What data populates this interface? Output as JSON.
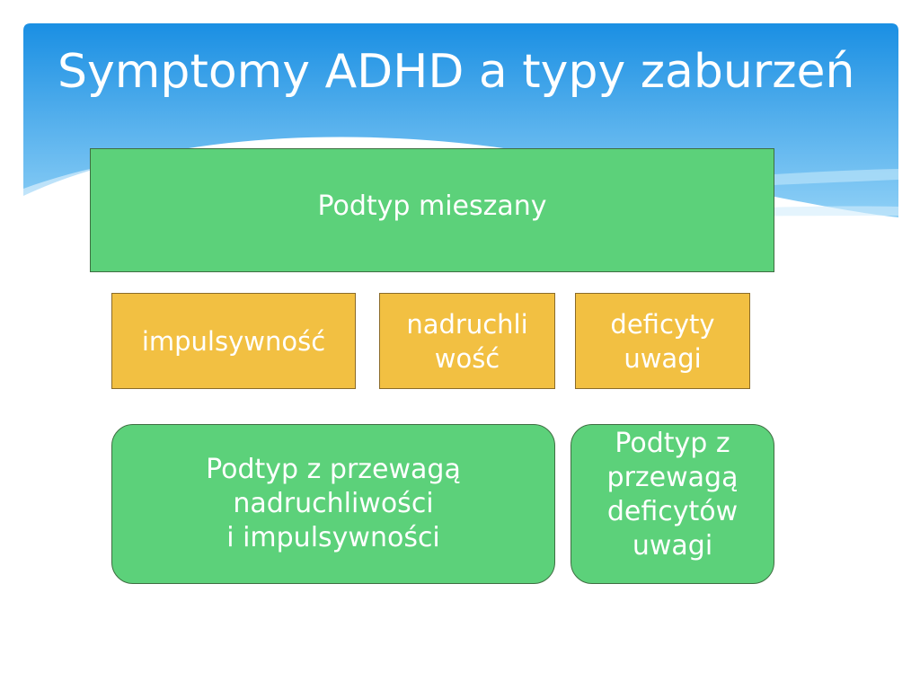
{
  "slide": {
    "title": "Symptomy ADHD a typy zaburzeń"
  },
  "colors": {
    "header_blue_dark": "#1a8fe3",
    "header_blue_light": "#8fd0f6",
    "green_box": "#5cd17a",
    "yellow_box": "#f2c042",
    "text": "#ffffff"
  },
  "diagram": {
    "combined_type": "Podtyp mieszany",
    "symptoms": {
      "impulsivity": "impulsywność",
      "hyperactivity": "nadruchli\nwość",
      "attention_deficit": "deficyty\nuwagi"
    },
    "subtypes": {
      "hyperactive_impulsive": "Podtyp z przewagą\nnadruchliwości\ni impulsywności",
      "inattentive": "Podtyp z\nprzewagą\ndeficytów\nuwagi"
    }
  }
}
